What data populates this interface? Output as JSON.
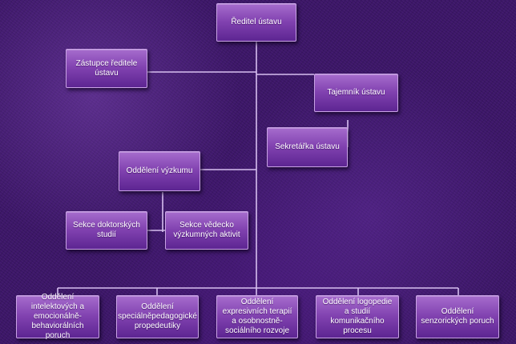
{
  "nodes": {
    "director": "Ředitel ústavu",
    "deputy": "Zástupce ředitele ústavu",
    "secretary_general": "Tajemník ústavu",
    "secretary": "Sekretářka ústavu",
    "research_dept": "Oddělení výzkumu",
    "doctoral_section": "Sekce doktorských studií",
    "research_activities_section": "Sekce vědecko výzkumných aktivit",
    "dept_intellectual": "Oddělení intelektových a emocionálně-behaviorálních poruch",
    "dept_special_pedagogy": "Oddělení speciálněpedagogické propedeutiky",
    "dept_expressive": "Oddělení expresivních terapií a osobnostně-sociálního rozvoje",
    "dept_speech": "Oddělení logopedie a studií komunikačního procesu",
    "dept_sensory": "Oddělení senzorických poruch"
  },
  "colors": {
    "background": "#3c1668",
    "node_fill_top": "#a66ccd",
    "node_fill_bottom": "#5d2592",
    "connector": "#d7bff0",
    "text": "#ffffff"
  }
}
